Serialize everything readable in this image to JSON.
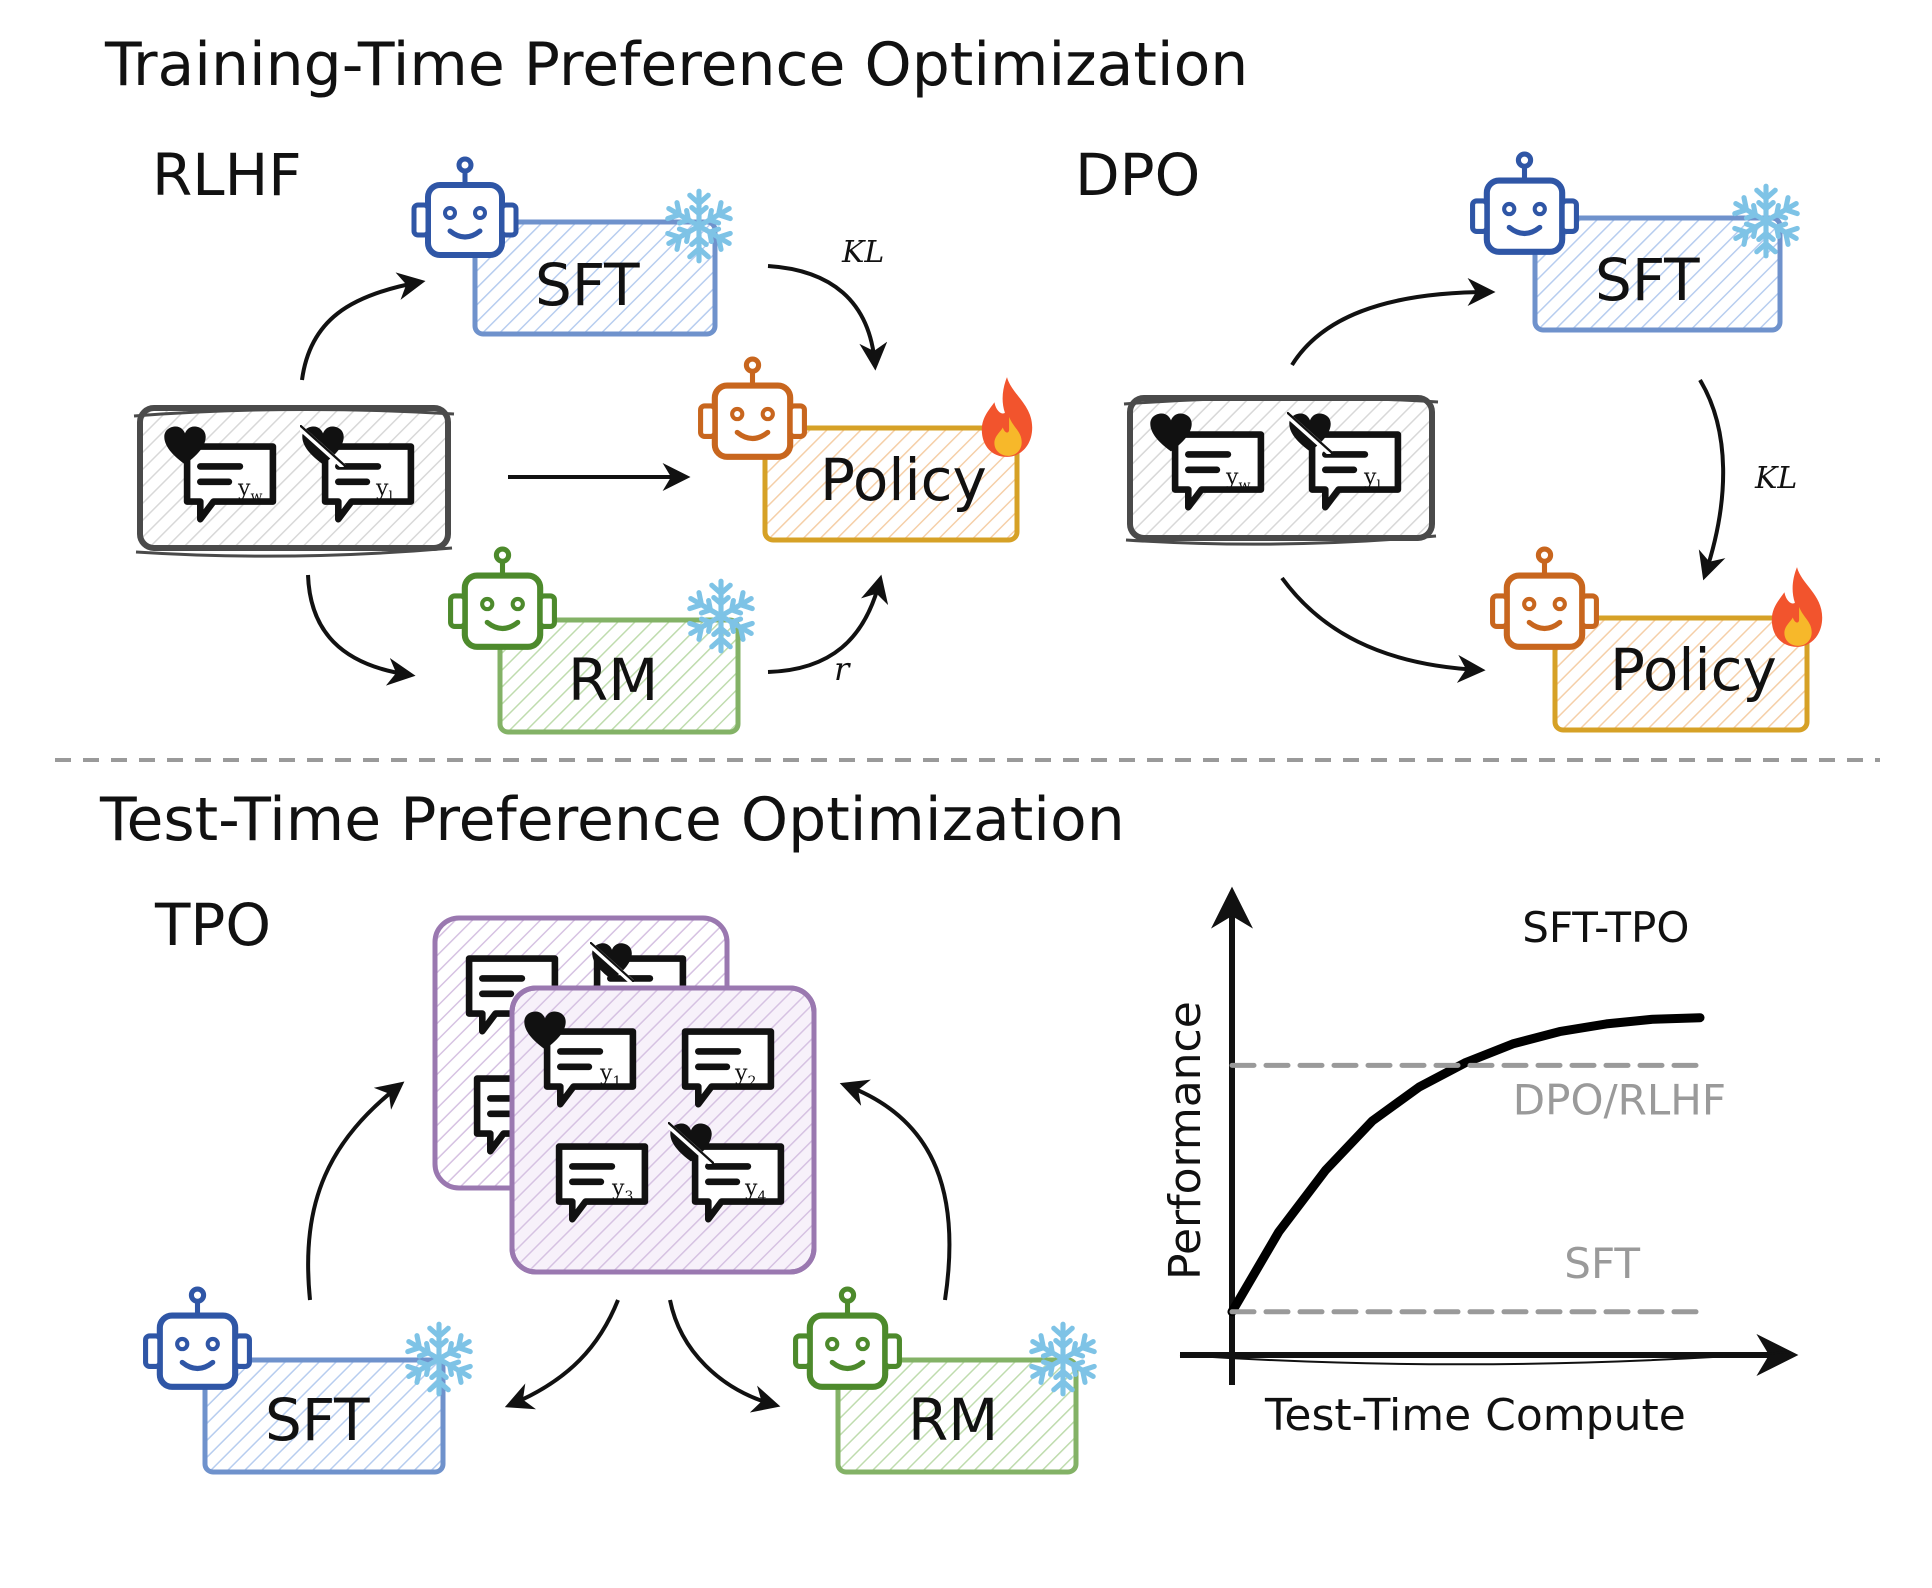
{
  "top": {
    "title": "Training-Time  Preference Optimization",
    "rlhf": {
      "label": "RLHF",
      "sft": "SFT",
      "policy": "Policy",
      "rm": "RM",
      "kl": "KL",
      "r": "r"
    },
    "dpo": {
      "label": "DPO",
      "sft": "SFT",
      "policy": "Policy",
      "kl": "KL"
    },
    "responses": {
      "chosen_base": "y",
      "chosen_sub": "w",
      "rejected_base": "y",
      "rejected_sub": "l"
    }
  },
  "bottom": {
    "title": "Test-Time  Preference Optimization",
    "tpo": {
      "label": "TPO",
      "sft": "SFT",
      "rm": "RM",
      "responses": [
        {
          "base": "y",
          "sub": "1"
        },
        {
          "base": "y",
          "sub": "2"
        },
        {
          "base": "y",
          "sub": "3"
        },
        {
          "base": "y",
          "sub": "4"
        }
      ]
    }
  },
  "chart_data": {
    "type": "line",
    "xlabel": "Test-Time Compute",
    "ylabel": "Performance",
    "xlim": [
      0,
      1
    ],
    "ylim": [
      0,
      1
    ],
    "series": [
      {
        "name": "SFT-TPO",
        "style": "solid",
        "color": "#000000",
        "x": [
          0,
          0.1,
          0.2,
          0.3,
          0.4,
          0.5,
          0.6,
          0.7,
          0.8,
          0.9,
          1.0
        ],
        "y": [
          0.02,
          0.28,
          0.48,
          0.64,
          0.75,
          0.83,
          0.89,
          0.93,
          0.955,
          0.97,
          0.975
        ]
      },
      {
        "name": "DPO/RLHF",
        "style": "dashed",
        "color": "#999999",
        "x": [
          0,
          1.0
        ],
        "y": [
          0.82,
          0.82
        ]
      },
      {
        "name": "SFT",
        "style": "dashed",
        "color": "#999999",
        "x": [
          0,
          1.0
        ],
        "y": [
          0.02,
          0.02
        ]
      }
    ]
  },
  "colors": {
    "sft": "#2f56a6",
    "policy": "#c8661e",
    "rm": "#4d8a2c",
    "snow": "#7ec3e6",
    "fire_outer": "#f2542d",
    "fire_inner": "#f7b82a",
    "purple": "#9a78b0",
    "gray_frame": "#4a4a4a",
    "dashed": "#9a9a9a",
    "sft_fill": "#c7d9f2",
    "policy_fill": "#f9dcc0",
    "rm_fill": "#cfe5c3",
    "purple_fill": "#dcc9e6",
    "gray_fill": "#dddddd",
    "policy_frame": "#d6a126",
    "rm_frame": "#83b266",
    "sft_frame": "#6f92cc"
  }
}
